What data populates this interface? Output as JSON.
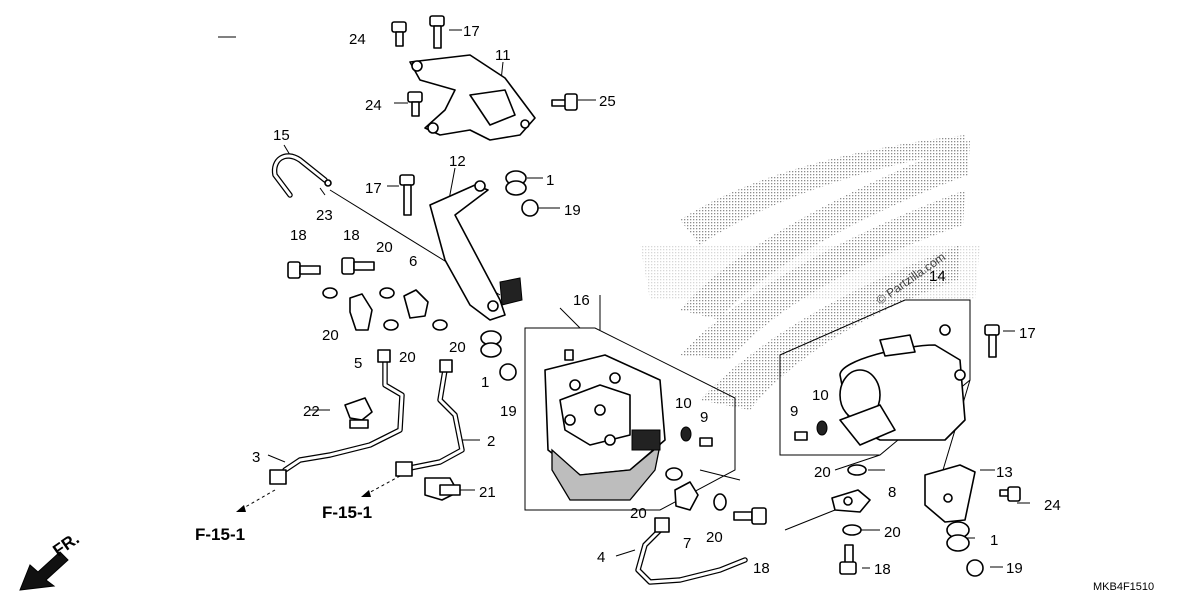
{
  "diagram": {
    "callouts": [
      {
        "id": "c24a",
        "label": "24"
      },
      {
        "id": "c17a",
        "label": "17"
      },
      {
        "id": "c11",
        "label": "11"
      },
      {
        "id": "c24b",
        "label": "24"
      },
      {
        "id": "c25",
        "label": "25"
      },
      {
        "id": "c15",
        "label": "15"
      },
      {
        "id": "c12",
        "label": "12"
      },
      {
        "id": "c17b",
        "label": "17"
      },
      {
        "id": "c23",
        "label": "23"
      },
      {
        "id": "c1a",
        "label": "1"
      },
      {
        "id": "c19a",
        "label": "19"
      },
      {
        "id": "c18a",
        "label": "18"
      },
      {
        "id": "c18b",
        "label": "18"
      },
      {
        "id": "c20a",
        "label": "20"
      },
      {
        "id": "c6",
        "label": "6"
      },
      {
        "id": "c20b",
        "label": "20"
      },
      {
        "id": "c20c",
        "label": "20"
      },
      {
        "id": "c20d",
        "label": "20"
      },
      {
        "id": "c5",
        "label": "5"
      },
      {
        "id": "c16",
        "label": "16"
      },
      {
        "id": "c1b",
        "label": "1"
      },
      {
        "id": "c19b",
        "label": "19"
      },
      {
        "id": "c22",
        "label": "22"
      },
      {
        "id": "c3",
        "label": "3"
      },
      {
        "id": "c2",
        "label": "2"
      },
      {
        "id": "c21",
        "label": "21"
      },
      {
        "id": "c10a",
        "label": "10"
      },
      {
        "id": "c9a",
        "label": "9"
      },
      {
        "id": "c14",
        "label": "14"
      },
      {
        "id": "c17c",
        "label": "17"
      },
      {
        "id": "c10b",
        "label": "10"
      },
      {
        "id": "c9b",
        "label": "9"
      },
      {
        "id": "c20e",
        "label": "20"
      },
      {
        "id": "c13",
        "label": "13"
      },
      {
        "id": "c8",
        "label": "8"
      },
      {
        "id": "c24c",
        "label": "24"
      },
      {
        "id": "c20f",
        "label": "20"
      },
      {
        "id": "c7",
        "label": "7"
      },
      {
        "id": "c20g",
        "label": "20"
      },
      {
        "id": "c20h",
        "label": "20"
      },
      {
        "id": "c1c",
        "label": "1"
      },
      {
        "id": "c4",
        "label": "4"
      },
      {
        "id": "c18c",
        "label": "18"
      },
      {
        "id": "c18d",
        "label": "18"
      },
      {
        "id": "c19c",
        "label": "19"
      }
    ],
    "references": [
      {
        "id": "ref1",
        "label": "F-15-1"
      },
      {
        "id": "ref2",
        "label": "F-15-1"
      }
    ],
    "direction_label": "FR.",
    "diagram_code": "MKB4F1510",
    "watermark": "© Partzilla.com"
  }
}
